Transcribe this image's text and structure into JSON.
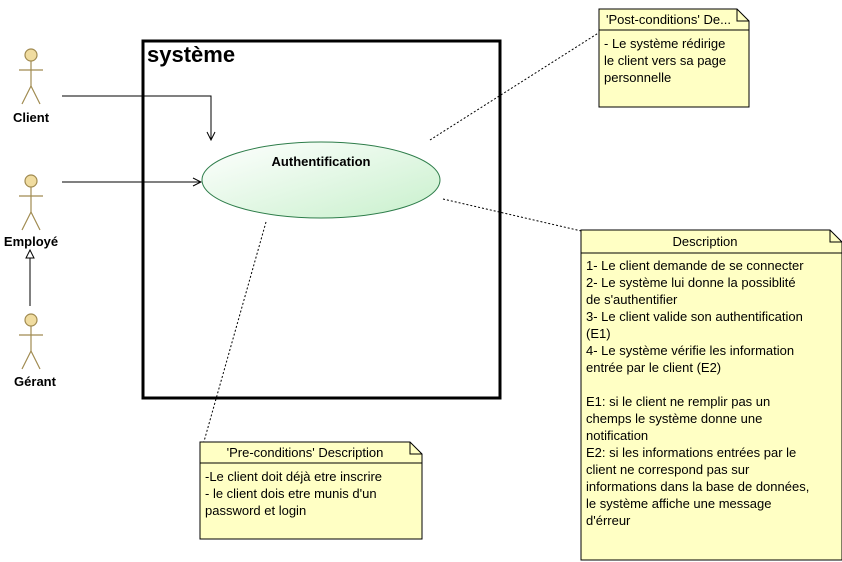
{
  "system": {
    "title": "système"
  },
  "use_case": {
    "label": "Authentification"
  },
  "actors": [
    {
      "id": "client",
      "label": "Client"
    },
    {
      "id": "employe",
      "label": "Employé"
    },
    {
      "id": "gerant",
      "label": "Gérant"
    }
  ],
  "notes": {
    "post": {
      "title": "'Post-conditions' De...",
      "body": "- Le système rédirige\nle client vers sa page\npersonnelle"
    },
    "description": {
      "title": "Description",
      "body": "1- Le client demande de se connecter\n2- Le système lui donne la possiblité\nde s'authentifier\n3- Le client valide son authentification\n(E1)\n4- Le système vérifie les information\nentrée par le client (E2)\n\nE1: si le client ne remplir pas un\nchemps le système  donne une\nnotification\nE2: si les informations entrées par le\nclient ne correspond pas sur\ninformations dans la base de données,\nle système affiche une message\nd'érreur"
    },
    "pre": {
      "title": "'Pre-conditions' Description",
      "body": "-Le client doit déjà etre inscrire\n- le client dois etre munis d'un\npassword et login"
    }
  },
  "colors": {
    "note_fill": "#ffffc4",
    "actor_fill": "#f0dca0",
    "actor_stroke": "#a08a50",
    "use_case_fill_start": "#ffffff",
    "use_case_fill_end": "#c8f0cc",
    "use_case_stroke": "#2e7d4a"
  }
}
